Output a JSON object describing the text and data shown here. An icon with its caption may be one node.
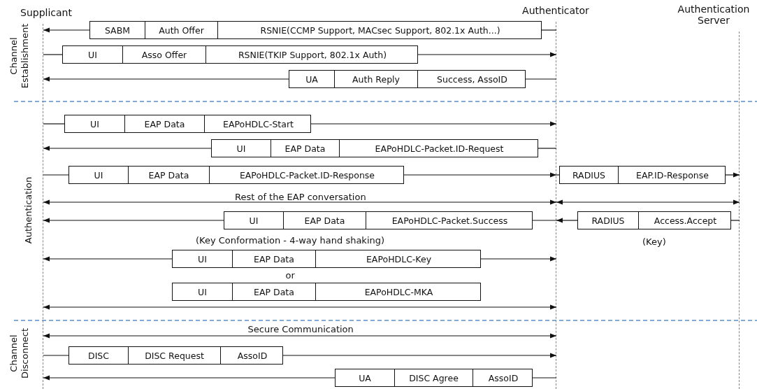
{
  "diagram": {
    "nodes": [
      {
        "text": [
          "Supplicant"
        ]
      },
      {
        "text": [
          "Authenticator"
        ]
      },
      {
        "text": [
          "Authentication Server"
        ]
      },
      {
        "text": [
          "SABM",
          "Auth Offer",
          "RSNIE(CCMP Support, MACsec Support, 802.1x Auth...)"
        ]
      },
      {
        "text": [
          "UI",
          "Asso Offer",
          "RSNIE(TKIP Support, 802.1x Auth)"
        ]
      },
      {
        "text": [
          "UA",
          "Auth Reply",
          "Success, AssoID"
        ]
      },
      {
        "text": [
          "UI",
          "EAP Data",
          "EAPoHDLC-Start"
        ]
      },
      {
        "text": [
          "UI",
          "EAP Data",
          "EAPoHDLC-Packet.ID-Request"
        ]
      },
      {
        "text": [
          "UI",
          "EAP Data",
          "EAPoHDLC-Packet.ID-Response"
        ]
      },
      {
        "text": [
          "RADIUS",
          "EAP.ID-Response"
        ]
      },
      {
        "text": [
          "UI",
          "EAP Data",
          "EAPoHDLC-Packet.Success"
        ]
      },
      {
        "text": [
          "RADIUS",
          "Access.Accept"
        ],
        "beside": [
          "(Key)"
        ]
      },
      {
        "text": [
          "UI",
          "EAP Data",
          "EAPoHDLC-Key"
        ]
      },
      {
        "text": [
          "UI",
          "EAP Data",
          "EAPoHDLC-MKA"
        ]
      },
      {
        "text": [
          "DISC",
          "DISC Request",
          "AssoID"
        ]
      },
      {
        "text": [
          "UA",
          "DISC Agree",
          "AssoID"
        ]
      }
    ],
    "edges": [
      {
        "from": 1,
        "to": 3,
        "arrow": "none"
      },
      {
        "from": 3,
        "to": 0,
        "arrow": "to"
      },
      {
        "from": 0,
        "to": 4,
        "arrow": "none"
      },
      {
        "from": 4,
        "to": 1,
        "arrow": "to"
      },
      {
        "from": 1,
        "to": 5,
        "arrow": "none"
      },
      {
        "from": 5,
        "to": 0,
        "arrow": "to"
      },
      {
        "from": 0,
        "to": 6,
        "arrow": "none"
      },
      {
        "from": 6,
        "to": 1,
        "arrow": "to"
      },
      {
        "from": 1,
        "to": 7,
        "arrow": "none"
      },
      {
        "from": 7,
        "to": 0,
        "arrow": "to"
      },
      {
        "from": 0,
        "to": 8,
        "arrow": "none"
      },
      {
        "from": 8,
        "to": 1,
        "arrow": "to"
      },
      {
        "from": 1,
        "to": 9,
        "arrow": "none"
      },
      {
        "from": 9,
        "to": 2,
        "arrow": "to"
      },
      {
        "from": 0,
        "to": 1,
        "arrow": "both",
        "label": "Rest of the EAP conversation"
      },
      {
        "from": 1,
        "to": 2,
        "arrow": "both"
      },
      {
        "from": 1,
        "to": 10,
        "arrow": "none"
      },
      {
        "from": 10,
        "to": 0,
        "arrow": "to"
      },
      {
        "from": 2,
        "to": 11,
        "arrow": "none"
      },
      {
        "from": 11,
        "to": 1,
        "arrow": "to"
      },
      {
        "from": 12,
        "to": 0,
        "arrow": "to"
      },
      {
        "from": 12,
        "to": 1,
        "arrow": "to"
      },
      {
        "from": 0,
        "to": 1,
        "arrow": "both"
      },
      {
        "from": 0,
        "to": 1,
        "arrow": "both",
        "label": "Secure Communication"
      },
      {
        "from": 0,
        "to": 14,
        "arrow": "none"
      },
      {
        "from": 14,
        "to": 1,
        "arrow": "to"
      },
      {
        "from": 1,
        "to": 15,
        "arrow": "none"
      },
      {
        "from": 15,
        "to": 0,
        "arrow": "to"
      }
    ],
    "labels": [
      "Channel Establishment",
      "Authentication",
      "Channel Disconnect",
      "(Key Conformation - 4-way hand shaking)",
      "or"
    ]
  }
}
